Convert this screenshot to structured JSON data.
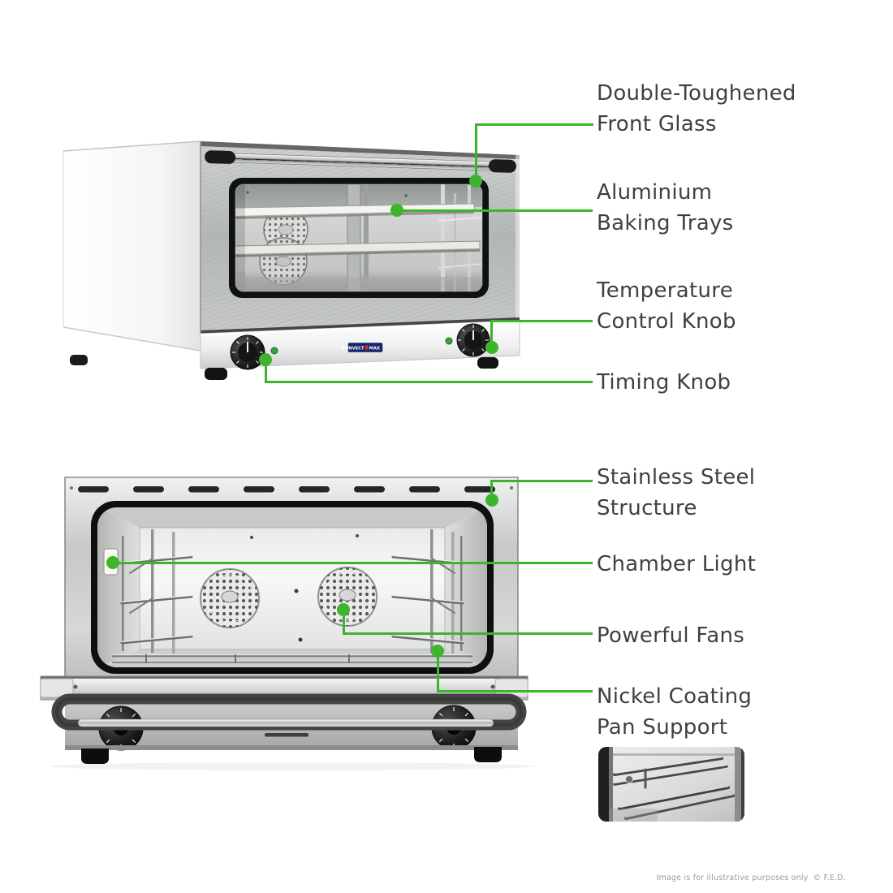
{
  "brand": {
    "logo_convect": "CONVECT",
    "logo_max": "MAX"
  },
  "colors": {
    "accent_green": "#3CB52C",
    "label_text": "#3F4040",
    "footer_text": "#9B9B9B",
    "logo_bg": "#16246C",
    "logo_red": "#D7282F"
  },
  "annotations": {
    "front_glass": {
      "line1": "Double-Toughened",
      "line2": "Front Glass"
    },
    "baking_trays": {
      "line1": "Aluminium",
      "line2": "Baking Trays"
    },
    "temperature_knob": {
      "line1": "Temperature",
      "line2": "Control Knob"
    },
    "timing_knob": {
      "line1": "Timing Knob"
    },
    "stainless_structure": {
      "line1": "Stainless Steel",
      "line2": "Structure"
    },
    "chamber_light": {
      "line1": "Chamber Light"
    },
    "powerful_fans": {
      "line1": "Powerful Fans"
    },
    "pan_support": {
      "line1": "Nickel Coating",
      "line2": "Pan Support"
    }
  },
  "footer": {
    "disclaimer": "Image is for illustrative purposes only",
    "copyright": "© F.E.D."
  }
}
